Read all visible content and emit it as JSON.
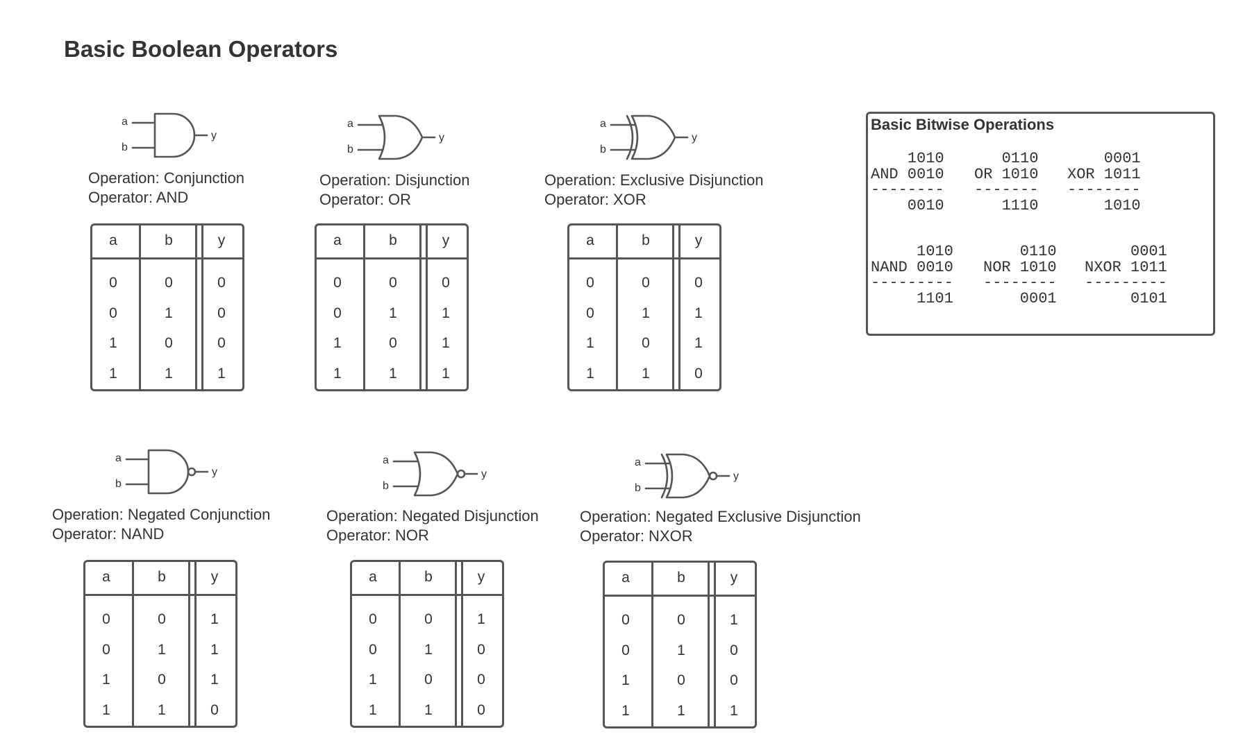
{
  "page": {
    "title": "Basic Boolean Operators"
  },
  "operators": [
    {
      "id": "and",
      "gate": "and-gate-icon",
      "operation": "Operation: Conjunction",
      "operator": "Operator: AND",
      "headers": [
        "a",
        "b",
        "y"
      ],
      "rows": [
        [
          "0",
          "0",
          "0"
        ],
        [
          "0",
          "1",
          "0"
        ],
        [
          "1",
          "0",
          "0"
        ],
        [
          "1",
          "1",
          "1"
        ]
      ],
      "pins": {
        "a": "a",
        "b": "b",
        "y": "y"
      }
    },
    {
      "id": "or",
      "gate": "or-gate-icon",
      "operation": "Operation: Disjunction",
      "operator": "Operator: OR",
      "headers": [
        "a",
        "b",
        "y"
      ],
      "rows": [
        [
          "0",
          "0",
          "0"
        ],
        [
          "0",
          "1",
          "1"
        ],
        [
          "1",
          "0",
          "1"
        ],
        [
          "1",
          "1",
          "1"
        ]
      ],
      "pins": {
        "a": "a",
        "b": "b",
        "y": "y"
      }
    },
    {
      "id": "xor",
      "gate": "xor-gate-icon",
      "operation": "Operation: Exclusive Disjunction",
      "operator": "Operator: XOR",
      "headers": [
        "a",
        "b",
        "y"
      ],
      "rows": [
        [
          "0",
          "0",
          "0"
        ],
        [
          "0",
          "1",
          "1"
        ],
        [
          "1",
          "0",
          "1"
        ],
        [
          "1",
          "1",
          "0"
        ]
      ],
      "pins": {
        "a": "a",
        "b": "b",
        "y": "y"
      }
    },
    {
      "id": "nand",
      "gate": "nand-gate-icon",
      "operation": "Operation: Negated Conjunction",
      "operator": "Operator: NAND",
      "headers": [
        "a",
        "b",
        "y"
      ],
      "rows": [
        [
          "0",
          "0",
          "1"
        ],
        [
          "0",
          "1",
          "1"
        ],
        [
          "1",
          "0",
          "1"
        ],
        [
          "1",
          "1",
          "0"
        ]
      ],
      "pins": {
        "a": "a",
        "b": "b",
        "y": "y"
      }
    },
    {
      "id": "nor",
      "gate": "nor-gate-icon",
      "operation": "Operation: Negated Disjunction",
      "operator": "Operator: NOR",
      "headers": [
        "a",
        "b",
        "y"
      ],
      "rows": [
        [
          "0",
          "0",
          "1"
        ],
        [
          "0",
          "1",
          "0"
        ],
        [
          "1",
          "0",
          "0"
        ],
        [
          "1",
          "1",
          "0"
        ]
      ],
      "pins": {
        "a": "a",
        "b": "b",
        "y": "y"
      }
    },
    {
      "id": "nxor",
      "gate": "nxor-gate-icon",
      "operation": "Operation: Negated Exclusive Disjunction",
      "operator": "Operator: NXOR",
      "headers": [
        "a",
        "b",
        "y"
      ],
      "rows": [
        [
          "0",
          "0",
          "1"
        ],
        [
          "0",
          "1",
          "0"
        ],
        [
          "1",
          "0",
          "0"
        ],
        [
          "1",
          "1",
          "1"
        ]
      ],
      "pins": {
        "a": "a",
        "b": "b",
        "y": "y"
      }
    }
  ],
  "bitwise": {
    "title": "Basic Bitwise Operations",
    "examples": [
      {
        "op": "AND",
        "lines": [
          "    1010",
          "AND 0010",
          "--------",
          "    0010"
        ]
      },
      {
        "op": "OR",
        "lines": [
          "   0110",
          "OR 1010",
          "-------",
          "   1110"
        ]
      },
      {
        "op": "XOR",
        "lines": [
          "    0001",
          "XOR 1011",
          "--------",
          "    1010"
        ]
      },
      {
        "op": "NAND",
        "lines": [
          "     1010",
          "NAND 0010",
          "---------",
          "     1101"
        ]
      },
      {
        "op": "NOR",
        "lines": [
          "    0110",
          "NOR 1010",
          "--------",
          "    0001"
        ]
      },
      {
        "op": "NXOR",
        "lines": [
          "     0001",
          "NXOR 1011",
          "---------",
          "     0101"
        ]
      }
    ]
  },
  "colors": {
    "stroke": "#555555",
    "text": "#333333",
    "background": "#ffffff"
  }
}
